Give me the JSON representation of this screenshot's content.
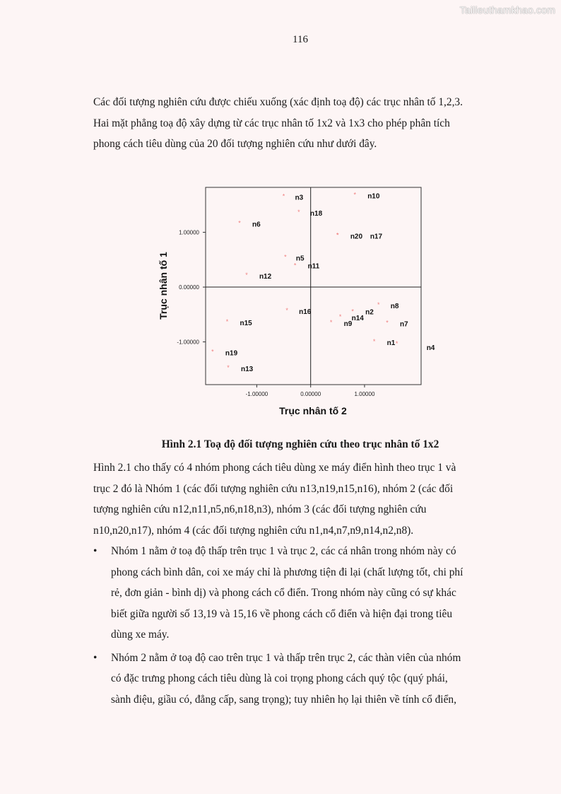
{
  "watermark": "Tailieuthamkhao.com",
  "page_number": "116",
  "intro_lines": [
    "Các đối tượng nghiên cứu được chiếu xuống (xác định toạ độ) các trục nhân tố 1,2,3.",
    "Hai mặt phẳng toạ độ xây dựng từ các trục nhân tố 1x2 và 1x3 cho phép phân tích",
    "phong cách tiêu dùng của 20 đối tượng nghiên cứu như dưới đây."
  ],
  "chart_data": {
    "type": "scatter",
    "xlabel": "Trục nhân tố 2",
    "ylabel": "Trục nhân tố 1",
    "xlim": [
      -1.95,
      2.05
    ],
    "ylim": [
      -1.78,
      1.82
    ],
    "x_ticks": [
      -1,
      0,
      1
    ],
    "x_tick_labels": [
      "-1.00000",
      "0.00000",
      "1.00000"
    ],
    "y_ticks": [
      -1,
      0,
      1
    ],
    "y_tick_labels": [
      "-1.00000",
      "0.00000",
      "1.00000"
    ],
    "reference_lines": {
      "x": 0,
      "y": 0
    },
    "marker_color": "#f08080",
    "points": [
      {
        "label": "n3",
        "x": -0.5,
        "y": 1.67
      },
      {
        "label": "n10",
        "x": 0.82,
        "y": 1.7
      },
      {
        "label": "n18",
        "x": -0.22,
        "y": 1.38
      },
      {
        "label": "n6",
        "x": -1.32,
        "y": 1.18
      },
      {
        "label": "n20",
        "x": 0.5,
        "y": 0.96
      },
      {
        "label": "n17",
        "x": 0.5,
        "y": 0.96
      },
      {
        "label": "n5",
        "x": -0.47,
        "y": 0.56
      },
      {
        "label": "n11",
        "x": -0.29,
        "y": 0.41
      },
      {
        "label": "n12",
        "x": -1.19,
        "y": 0.23
      },
      {
        "label": "n8",
        "x": 1.26,
        "y": -0.31
      },
      {
        "label": "n16",
        "x": -0.44,
        "y": -0.41
      },
      {
        "label": "n2",
        "x": 0.78,
        "y": -0.43
      },
      {
        "label": "n14",
        "x": 0.55,
        "y": -0.53
      },
      {
        "label": "n15",
        "x": -1.55,
        "y": -0.62
      },
      {
        "label": "n9",
        "x": 0.38,
        "y": -0.63
      },
      {
        "label": "n7",
        "x": 1.42,
        "y": -0.64
      },
      {
        "label": "n1",
        "x": 1.18,
        "y": -0.98
      },
      {
        "label": "n4",
        "x": 1.6,
        "y": -1.02
      },
      {
        "label": "n19",
        "x": -1.82,
        "y": -1.17
      },
      {
        "label": "n13",
        "x": -1.53,
        "y": -1.46
      }
    ]
  },
  "caption": "Hình 2.1 Toạ độ đối tượng nghiên cứu theo trục nhân tố 1x2",
  "body_lines": [
    "Hình 2.1 cho thấy có 4 nhóm phong cách tiêu dùng xe máy điển hình theo trục 1 và",
    "trục 2 đó là Nhóm 1 (các đối tượng nghiên cứu n13,n19,n15,n16), nhóm 2 (các đối",
    "tượng nghiên cứu n12,n11,n5,n6,n18,n3), nhóm 3 (các đối tượng nghiên cứu",
    "n10,n20,n17), nhóm 4 (các đối tượng nghiên cứu n1,n4,n7,n9,n14,n2,n8)."
  ],
  "bullet_symbol": "•",
  "bullets": [
    [
      "Nhóm 1 nằm ở toạ độ thấp trên trục 1 và trục 2, các cá nhân trong nhóm này có",
      "phong cách bình dân, coi xe máy chỉ là phương tiện đi lại (chất lượng tốt, chi phí",
      "rẻ, đơn giản - bình dị) và phong cách cổ điển. Trong nhóm này cũng có sự khác",
      "biết giữa người số 13,19 và 15,16 về phong cách cổ điển và hiện đại trong tiêu",
      "dùng xe máy."
    ],
    [
      "Nhóm 2 nằm ở toạ độ cao trên trục 1 và thấp trên trục 2, các thàn viên của nhóm",
      "có đặc trưng phong cách tiêu dùng là coi trọng phong cách quý tộc (quý phái,",
      "sành điệu, giầu có, đẳng cấp, sang trọng); tuy nhiên họ lại thiên về tính cổ điển,"
    ]
  ]
}
